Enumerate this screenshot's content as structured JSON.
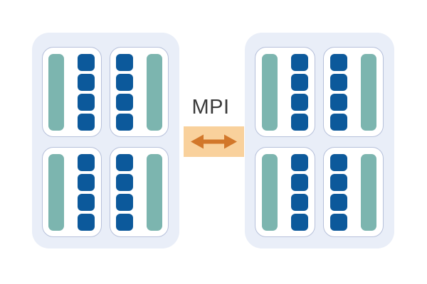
{
  "diagram": {
    "type": "hybrid-mpi-compute-node-diagram",
    "link": {
      "label": "MPI",
      "style": "bidirectional-arrow"
    },
    "colors": {
      "background": "#FFFFFF",
      "node_bg": "#E9EEF8",
      "card_bg": "#FFFFFF",
      "card_border": "#B6C0DA",
      "teal_bar": "#7CB5AF",
      "core_blue": "#0C599B",
      "link_bg": "#F9D19C",
      "arrow_orange": "#D2772A",
      "label_color": "#3A3A3A"
    },
    "nodes": [
      {
        "id": "node-left",
        "sockets": [
          {
            "bar_side": "left",
            "cores": 4
          },
          {
            "bar_side": "right",
            "cores": 4
          },
          {
            "bar_side": "left",
            "cores": 4
          },
          {
            "bar_side": "right",
            "cores": 4
          }
        ]
      },
      {
        "id": "node-right",
        "sockets": [
          {
            "bar_side": "left",
            "cores": 4
          },
          {
            "bar_side": "right",
            "cores": 4
          },
          {
            "bar_side": "left",
            "cores": 4
          },
          {
            "bar_side": "right",
            "cores": 4
          }
        ]
      }
    ]
  }
}
